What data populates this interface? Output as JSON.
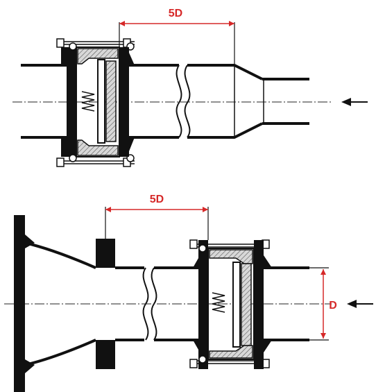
{
  "colors": {
    "line": "#111111",
    "dimension": "#d62828",
    "hatch_fill": "#cccccc"
  },
  "top_diagram": {
    "distance_label": "5D",
    "flow_arrow_icon": "arrow-left-icon"
  },
  "bottom_diagram": {
    "distance_label": "5D",
    "diameter_label": "D",
    "flow_arrow_icon": "arrow-left-icon"
  }
}
